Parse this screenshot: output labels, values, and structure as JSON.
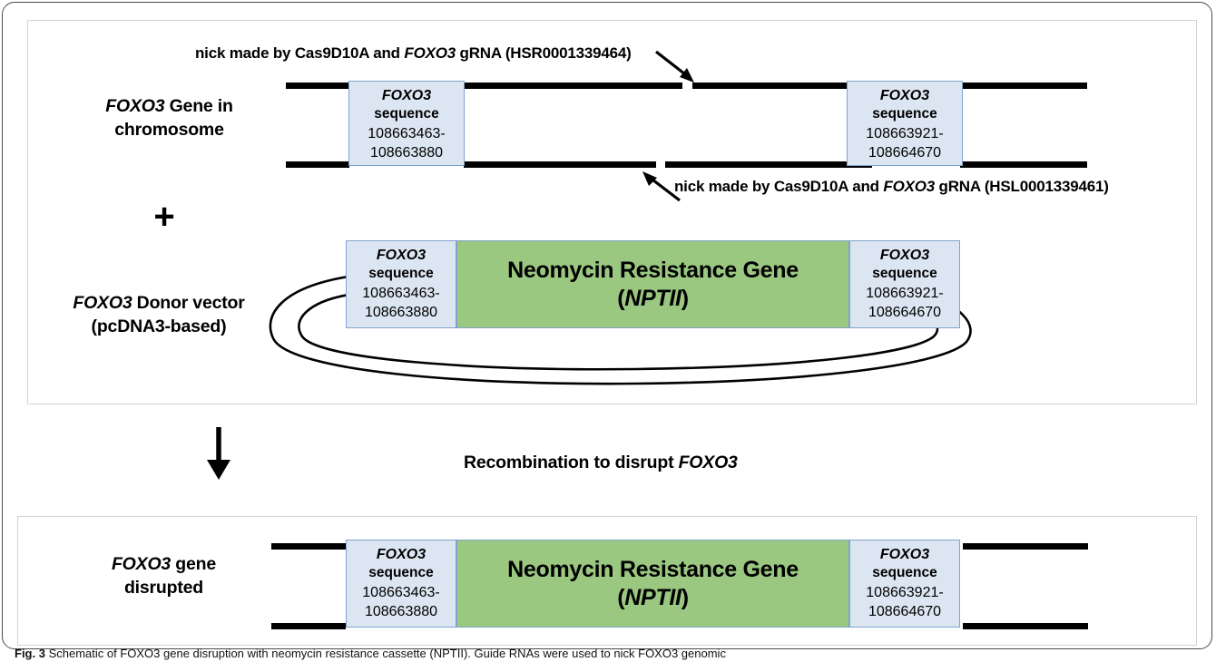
{
  "figure": {
    "caption_number": "Fig. 3",
    "caption_text": "Schematic of FOXO3 gene disruption with neomycin resistance cassette (NPTII). Guide RNAs were used to nick FOXO3 genomic"
  },
  "panel_top": {
    "row_chromosome": {
      "label_line1_italic": "FOXO3",
      "label_line1_rest": " Gene in",
      "label_line2": "chromosome",
      "left_box": {
        "gene": "FOXO3",
        "kind": "sequence",
        "coords_line1": "108663463-",
        "coords_line2": "108663880"
      },
      "right_box": {
        "gene": "FOXO3",
        "kind": "sequence",
        "coords_line1": "108663921-",
        "coords_line2": "108664670"
      },
      "callout_top": {
        "prefix": "nick made by Cas9D10A and ",
        "gene": "FOXO3",
        "suffix": " gRNA (HSR0001339464)"
      },
      "callout_bottom": {
        "prefix": "nick made by Cas9D10A and ",
        "gene": "FOXO3",
        "suffix": " gRNA (HSL0001339461)"
      }
    },
    "plus_symbol": "+",
    "row_donor": {
      "label_line1_italic": "FOXO3",
      "label_line1_rest": " Donor vector",
      "label_line2": "(pcDNA3-based)",
      "left_box": {
        "gene": "FOXO3",
        "kind": "sequence",
        "coords_line1": "108663463-",
        "coords_line2": "108663880"
      },
      "gene_box": {
        "line1": "Neomycin Resistance Gene",
        "line2_open": "(",
        "line2_italic": "NPTII",
        "line2_close": ")"
      },
      "right_box": {
        "gene": "FOXO3",
        "kind": "sequence",
        "coords_line1": "108663921-",
        "coords_line2": "108664670"
      }
    }
  },
  "step": {
    "arrow_icon": "down-arrow-icon",
    "text_prefix": "Recombination to disrupt ",
    "text_gene": "FOXO3"
  },
  "panel_bottom": {
    "label_line1_italic": "FOXO3",
    "label_line1_rest": " gene",
    "label_line2": "disrupted",
    "left_box": {
      "gene": "FOXO3",
      "kind": "sequence",
      "coords_line1": "108663463-",
      "coords_line2": "108663880"
    },
    "gene_box": {
      "line1": "Neomycin Resistance Gene",
      "line2_open": "(",
      "line2_italic": "NPTII",
      "line2_close": ")"
    },
    "right_box": {
      "gene": "FOXO3",
      "kind": "sequence",
      "coords_line1": "108663921-",
      "coords_line2": "108664670"
    }
  },
  "colors": {
    "sequence_box_fill": "#dce6f2",
    "sequence_box_border": "#7fa3cc",
    "gene_box_fill": "#9bc881",
    "strand": "#000000",
    "panel_border": "#d4d4d4",
    "frame_border": "#4a4a4a"
  }
}
